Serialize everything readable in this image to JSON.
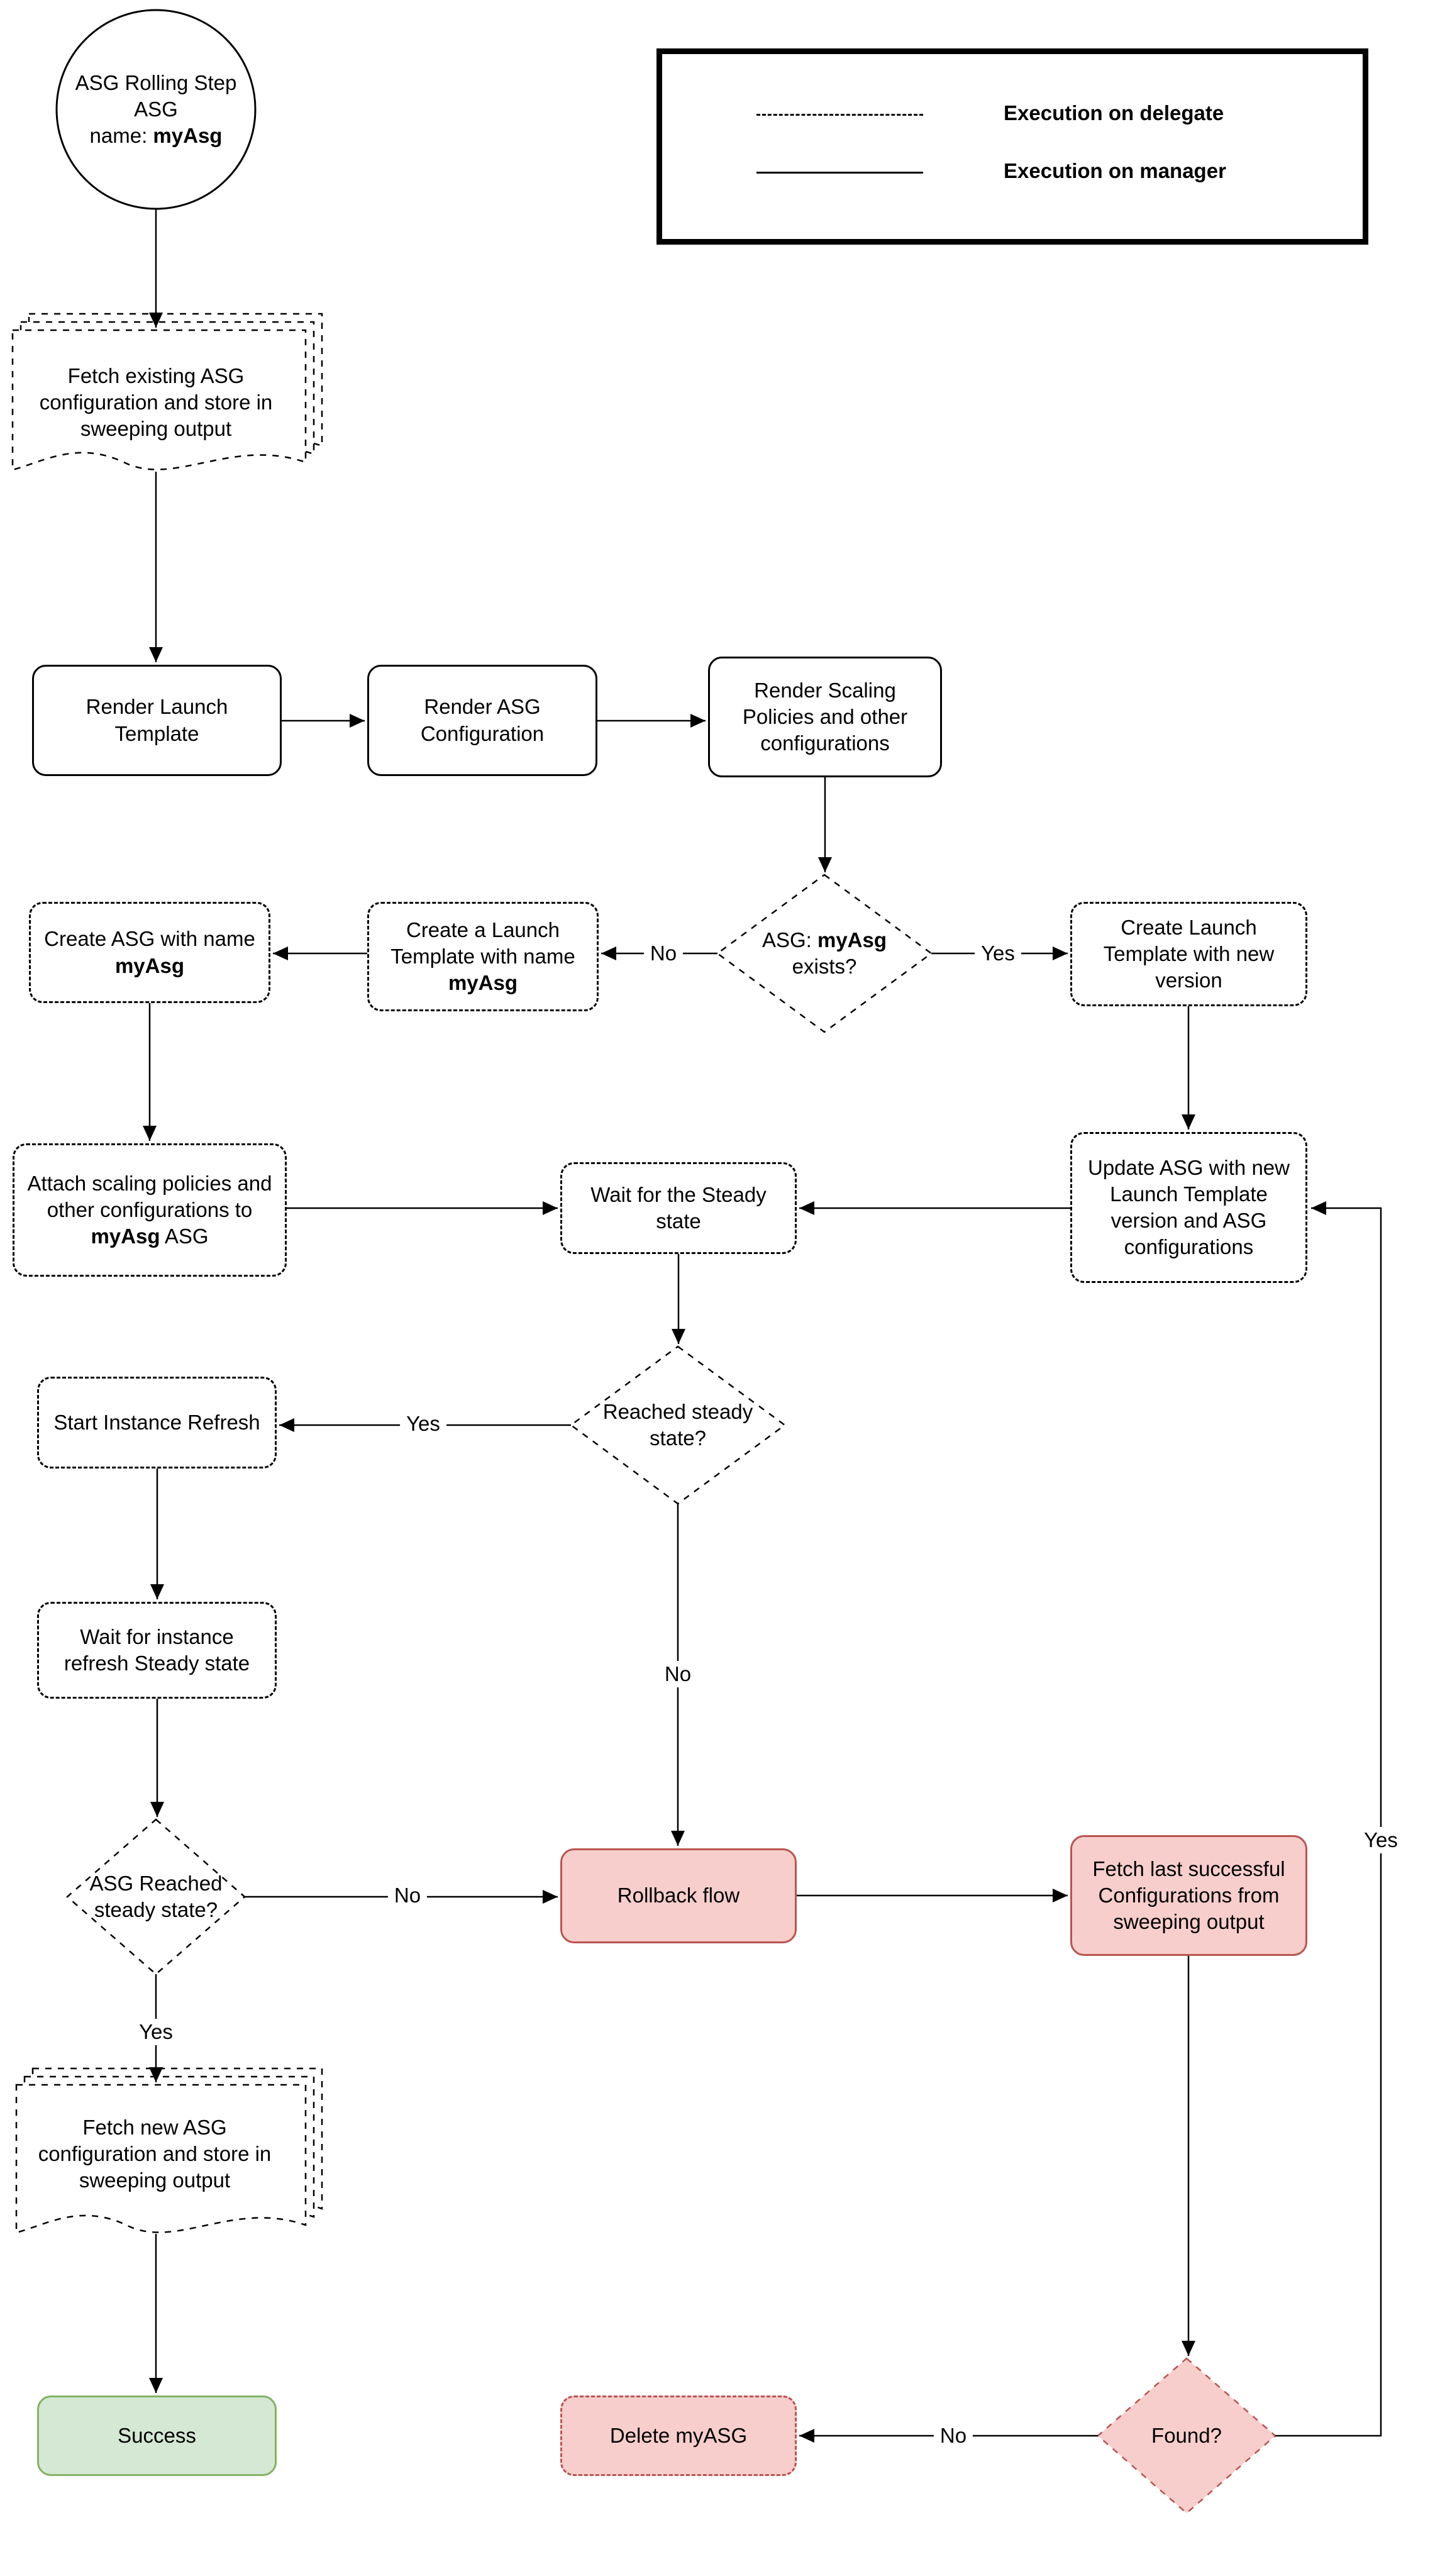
{
  "colors": {
    "line": "#000000",
    "pink_fill": "#f8cecc",
    "pink_border": "#b85450",
    "green_fill": "#d5e8d4",
    "green_border": "#82b366"
  },
  "legend": {
    "delegate": "Execution on delegate",
    "manager": "Execution on manager"
  },
  "nodes": {
    "start": {
      "title": "ASG Rolling Step ASG",
      "name_label": "name: ",
      "name_value": "myAsg"
    },
    "fetch_existing": "Fetch existing ASG configuration and store in sweeping output",
    "render_launch_template": "Render Launch Template",
    "render_asg_config": "Render ASG Configuration",
    "render_scaling": "Render Scaling Policies and other configurations",
    "asg_exists": {
      "prefix": "ASG: ",
      "bold": "myAsg",
      "suffix": " exists?"
    },
    "create_launch_template": {
      "prefix": "Create a Launch Template with name ",
      "bold": "myAsg"
    },
    "create_asg": {
      "prefix": "Create ASG with name ",
      "bold": "myAsg"
    },
    "create_lt_new_version": "Create Launch Template with new version",
    "attach_scaling": {
      "prefix": "Attach scaling policies and other configurations to ",
      "bold": "myAsg",
      "suffix": " ASG"
    },
    "wait_steady": "Wait for the Steady state",
    "update_asg": "Update ASG with new Launch Template version and ASG configurations",
    "reached_steady": "Reached steady state?",
    "start_instance_refresh": "Start Instance Refresh",
    "wait_instance_refresh": "Wait for instance refresh Steady state",
    "asg_reached_steady": "ASG Reached steady state?",
    "rollback": "Rollback flow",
    "fetch_last": "Fetch last successful Configurations from sweeping output",
    "fetch_new": "Fetch new ASG configuration and store in sweeping output",
    "success": "Success",
    "delete_myasg": "Delete myASG",
    "found": "Found?"
  },
  "edges": {
    "exists_no": "No",
    "exists_yes": "Yes",
    "reached_yes": "Yes",
    "reached_no": "No",
    "asg_reached_no": "No",
    "asg_reached_yes": "Yes",
    "found_no": "No",
    "found_yes": "Yes"
  }
}
